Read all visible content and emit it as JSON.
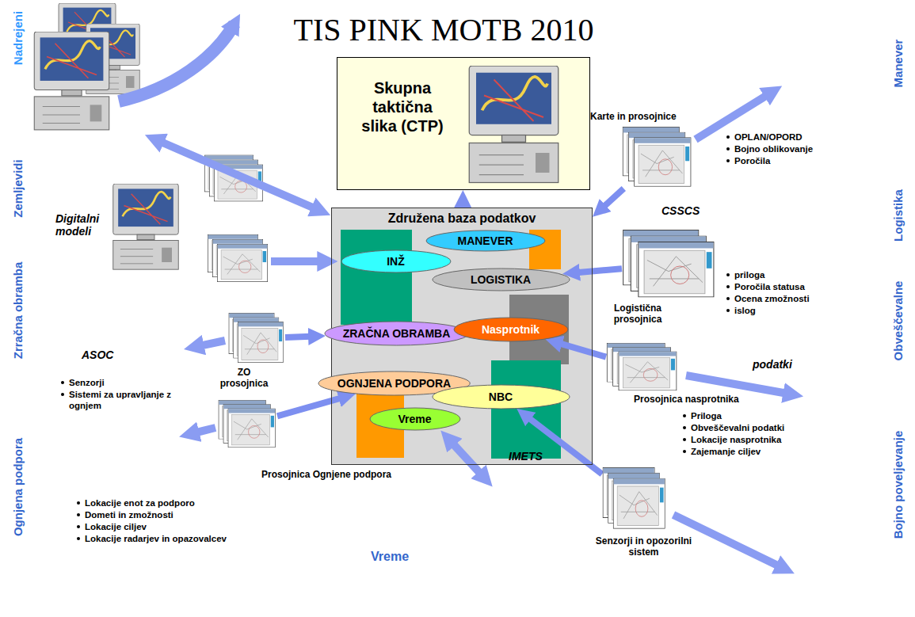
{
  "diagram": {
    "title": "TIS PINK MOTB 2010",
    "nodes": [
      {
        "text": [
          "Skupna taktična slika (CTP)"
        ]
      },
      {
        "text": [
          "Združena baza podatkov"
        ]
      },
      {
        "text": [
          "MANEVER"
        ],
        "in": 1
      },
      {
        "text": [
          "INŽ"
        ],
        "in": 1
      },
      {
        "text": [
          "LOGISTIKA"
        ],
        "in": 1
      },
      {
        "text": [
          "ZRAČNA OBRAMBA"
        ],
        "in": 1
      },
      {
        "text": [
          "Nasprotnik"
        ],
        "in": 1
      },
      {
        "text": [
          "OGNJENA PODPORA"
        ],
        "in": 1
      },
      {
        "text": [
          "NBC"
        ],
        "in": 1
      },
      {
        "text": [
          "Vreme"
        ],
        "in": 1
      },
      {
        "text": [
          "Karte in prosojnice"
        ]
      },
      {
        "text": [
          "Logistična prosojnica"
        ]
      },
      {
        "text": [
          "ZO prosojnica"
        ]
      },
      {
        "text": [
          "Prosojnica nasprotnika"
        ]
      },
      {
        "text": [
          "Prosojnica Ognjene podpora"
        ]
      },
      {
        "text": [
          "Senzorji in opozorilni sistem"
        ]
      }
    ],
    "edges": [
      {
        "from": 1,
        "to": 0,
        "arrow": "to"
      },
      {
        "from": 10,
        "to": 1,
        "arrow": "to"
      },
      {
        "from": 11,
        "to": 4,
        "arrow": "to"
      },
      {
        "from": 12,
        "to": 5,
        "arrow": "to"
      },
      {
        "from": 13,
        "to": 6,
        "arrow": "to"
      },
      {
        "from": 14,
        "to": 7,
        "arrow": "to"
      },
      {
        "from": 15,
        "to": 8,
        "arrow": "to"
      }
    ],
    "labels": [
      "Nadrejeni",
      "Zemljevidi",
      "Zrračna obramba",
      "Ognjena podpora",
      "Manever",
      "Logistika",
      "Obveščevalne",
      "Bojno poveljevanje",
      "Vreme",
      "Digitalni modeli",
      "ASOC",
      "Senzorji",
      "Sistemi za upravljanje z ognjem",
      "Lokacije enot za podporo",
      "Dometi in zmožnosti",
      "Lokacije ciljev",
      "Lokacije radarjev in opazovalcev",
      "IMETS",
      "OPLAN/OPORD",
      "Bojno oblikovanje",
      "Poročila",
      "CSSCS",
      "priloga",
      "Poročila statusa",
      "Ocena zmožnosti",
      "islog",
      "podatki",
      "Priloga",
      "Obveščevalni podatki",
      "Lokacije nasprotnika",
      "Zajemanje ciljev"
    ]
  }
}
